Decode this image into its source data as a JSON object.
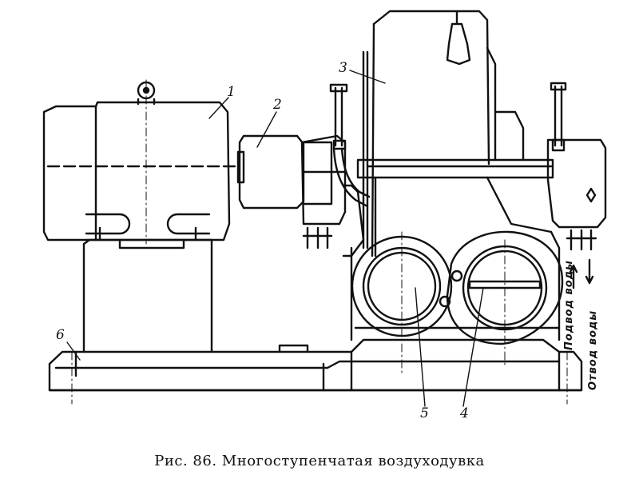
{
  "caption": "Рис. 86. Многоступенчатая воздуходувка",
  "labels": {
    "motor": "1",
    "coupling": "2",
    "blower_casing": "3",
    "discharge_pipe": "4",
    "suction_pipe": "5",
    "base_frame": "6"
  },
  "side_labels": {
    "water_in": "Подвод воды",
    "water_out": "Отвод воды"
  }
}
